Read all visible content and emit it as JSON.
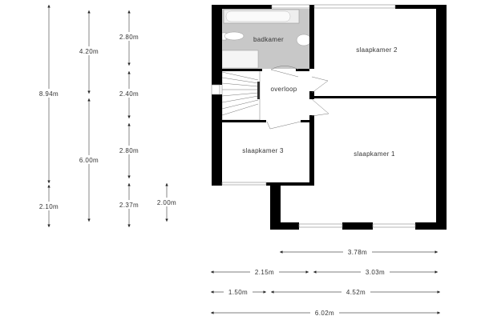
{
  "rooms": {
    "badkamer": "badkamer",
    "slaapkamer2": "slaapkamer 2",
    "overloop": "overloop",
    "slaapkamer3": "slaapkamer 3",
    "slaapkamer1": "slaapkamer 1"
  },
  "vertical_dimensions": {
    "total": "8.94m",
    "total_lower": "2.10m",
    "upper": "4.20m",
    "lower": "6.00m",
    "seg1": "2.80m",
    "seg2": "2.40m",
    "seg3": "2.80m",
    "seg4": "2.37m",
    "step": "2.00m"
  },
  "horizontal_dimensions": {
    "bedroom1_width": "3.78m",
    "left_215": "2.15m",
    "right_303": "3.03m",
    "left_150": "1.50m",
    "right_452": "4.52m",
    "total": "6.02m"
  },
  "colors": {
    "wall": "#000000",
    "bathroom": "#c8c8c8",
    "dimension_line": "#555555"
  }
}
